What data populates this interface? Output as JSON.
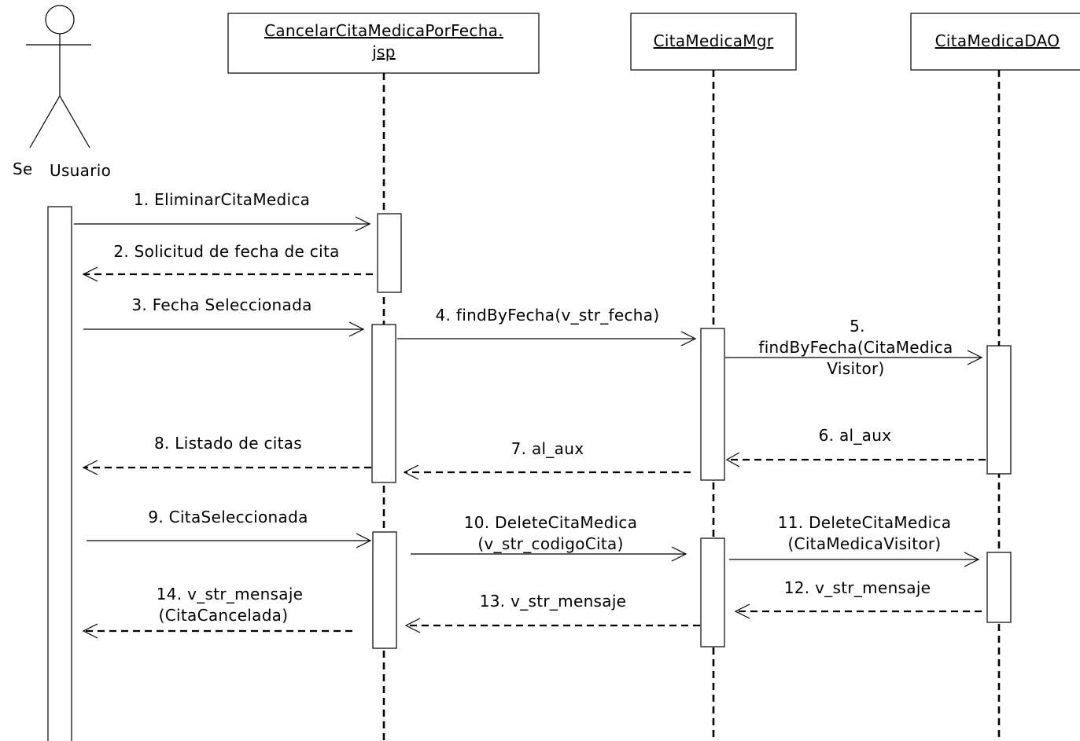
{
  "actor": {
    "label": "Usuario",
    "clipped_label": "Se"
  },
  "participants": [
    {
      "id": "jsp",
      "line1": "CancelarCitaMedicaPorFecha.",
      "line2": "jsp"
    },
    {
      "id": "mgr",
      "line1": "CitaMedicaMgr",
      "line2": ""
    },
    {
      "id": "dao",
      "line1": "CitaMedicaDAO",
      "line2": ""
    }
  ],
  "messages": [
    {
      "id": "m1",
      "type": "call",
      "from": "actor",
      "to": "jsp",
      "lines": [
        "1. EliminarCitaMedica"
      ]
    },
    {
      "id": "m2",
      "type": "return",
      "from": "jsp",
      "to": "actor",
      "lines": [
        "2. Solicitud de fecha de cita"
      ]
    },
    {
      "id": "m3",
      "type": "call",
      "from": "actor",
      "to": "jsp",
      "lines": [
        "3. Fecha Seleccionada"
      ]
    },
    {
      "id": "m4",
      "type": "call",
      "from": "jsp",
      "to": "mgr",
      "lines": [
        "4. findByFecha(v_str_fecha)"
      ]
    },
    {
      "id": "m5",
      "type": "call",
      "from": "mgr",
      "to": "dao",
      "lines": [
        "5.",
        "findByFecha(CitaMedica",
        "Visitor)"
      ]
    },
    {
      "id": "m6",
      "type": "return",
      "from": "dao",
      "to": "mgr",
      "lines": [
        "6. al_aux"
      ]
    },
    {
      "id": "m7",
      "type": "return",
      "from": "mgr",
      "to": "jsp",
      "lines": [
        "7. al_aux"
      ]
    },
    {
      "id": "m8",
      "type": "return",
      "from": "jsp",
      "to": "actor",
      "lines": [
        "8. Listado de citas"
      ]
    },
    {
      "id": "m9",
      "type": "call",
      "from": "actor",
      "to": "jsp",
      "lines": [
        "9. CitaSeleccionada"
      ]
    },
    {
      "id": "m10",
      "type": "call",
      "from": "jsp",
      "to": "mgr",
      "lines": [
        "10. DeleteCitaMedica",
        "(v_str_codigoCita)"
      ]
    },
    {
      "id": "m11",
      "type": "call",
      "from": "mgr",
      "to": "dao",
      "lines": [
        "11. DeleteCitaMedica",
        "(CitaMedicaVisitor)"
      ]
    },
    {
      "id": "m12",
      "type": "return",
      "from": "dao",
      "to": "mgr",
      "lines": [
        "12. v_str_mensaje"
      ]
    },
    {
      "id": "m13",
      "type": "return",
      "from": "mgr",
      "to": "jsp",
      "lines": [
        "13. v_str_mensaje"
      ]
    },
    {
      "id": "m14",
      "type": "return",
      "from": "jsp",
      "to": "actor",
      "lines": [
        "14. v_str_mensaje",
        "(CitaCancelada)"
      ]
    }
  ]
}
